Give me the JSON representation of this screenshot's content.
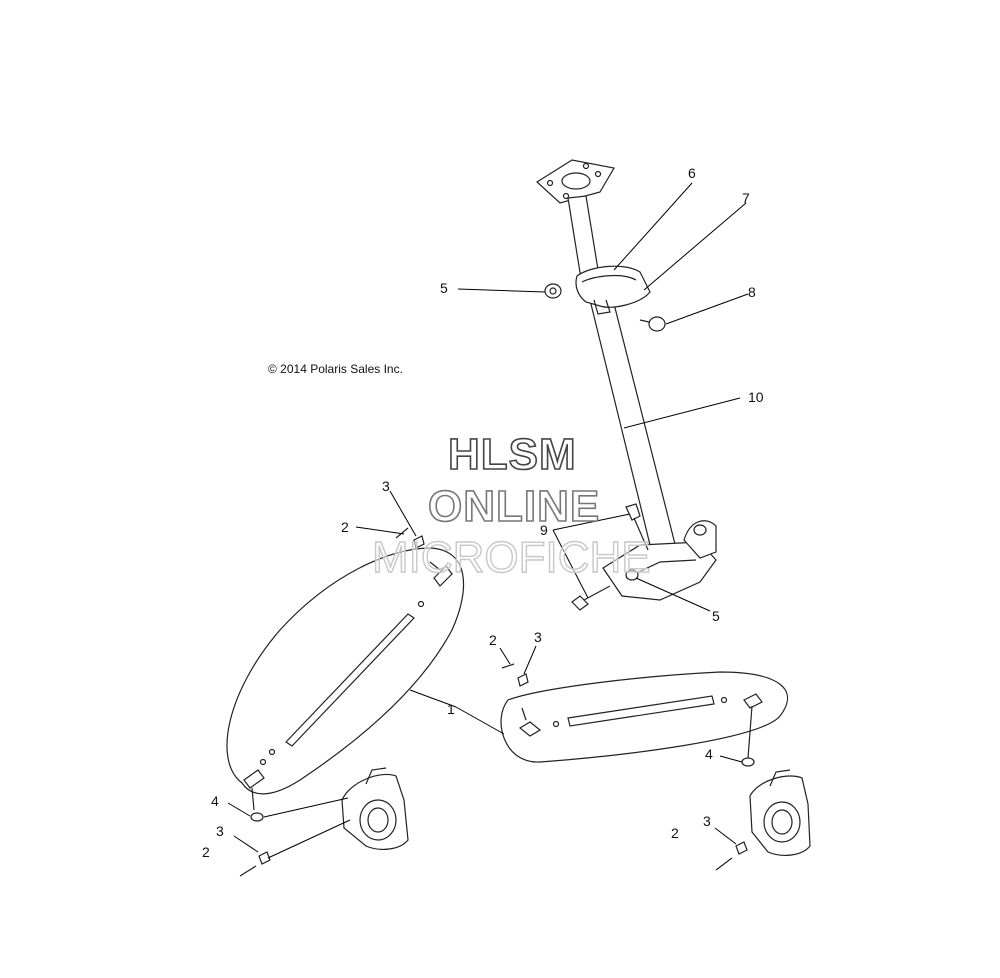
{
  "copyright": "© 2014 Polaris Sales Inc.",
  "watermark": {
    "line1": "HLSM",
    "line2": "ONLINE",
    "line3": "MICROFICHE"
  },
  "callouts": {
    "c1": "1",
    "c2_left_top": "2",
    "c3_left_top": "3",
    "c2_mid": "2",
    "c3_mid": "3",
    "c4_left": "4",
    "c3_left_bottom": "3",
    "c2_left_bottom": "2",
    "c4_right": "4",
    "c3_right_bottom": "3",
    "c2_right_bottom": "2",
    "c5_upper": "5",
    "c5_lower": "5",
    "c6": "6",
    "c7": "7",
    "c8": "8",
    "c9": "9",
    "c10": "10"
  }
}
